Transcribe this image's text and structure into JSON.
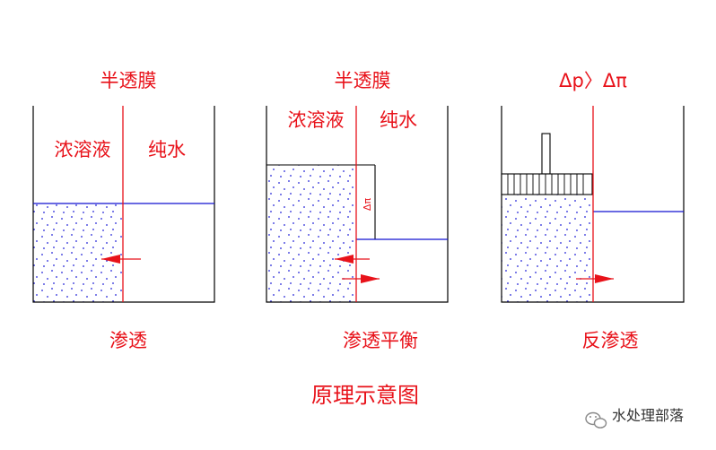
{
  "panels": [
    {
      "membrane_label": "半透膜",
      "left_label": "浓溶液",
      "right_label": "纯水",
      "caption": "渗透"
    },
    {
      "membrane_label": "半透膜",
      "left_label": "浓溶液",
      "right_label": "纯水",
      "pi_label": "Δπ",
      "caption": "渗透平衡"
    },
    {
      "pressure_label": "Δp〉Δπ",
      "caption": "反渗透"
    }
  ],
  "diagram_title": "原理示意图",
  "watermark": "水处理部落",
  "watermark_icon": "wechat-icon",
  "colors": {
    "frame": "#000000",
    "membrane": "#e8121a",
    "water_level": "#1010d0",
    "text": "#e8121a",
    "dots": "#2020d8"
  }
}
